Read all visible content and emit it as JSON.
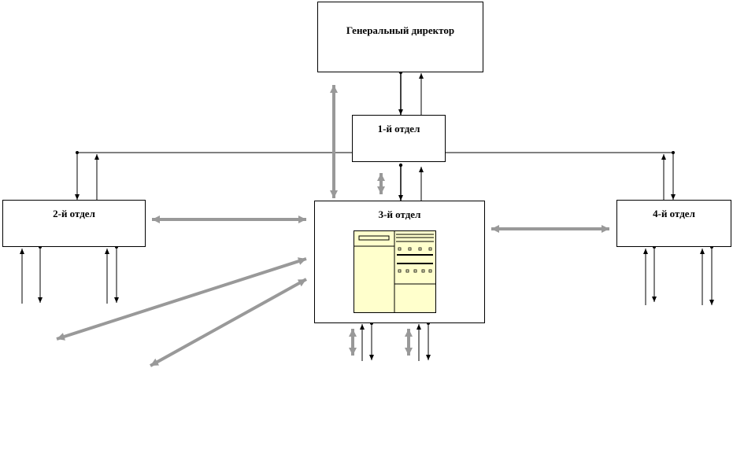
{
  "nodes": {
    "director": {
      "label": "Генеральный директор"
    },
    "dept1": {
      "label": "1-й отдел"
    },
    "dept2": {
      "label": "2-й отдел"
    },
    "dept3": {
      "label": "3-й отдел"
    },
    "dept4": {
      "label": "4-й отдел"
    }
  },
  "colors": {
    "line": "#000000",
    "flow_arrow": "#999999",
    "device_fill": "#ffffcc"
  },
  "icons": {
    "dept3_device": "server-cabinet-icon"
  }
}
